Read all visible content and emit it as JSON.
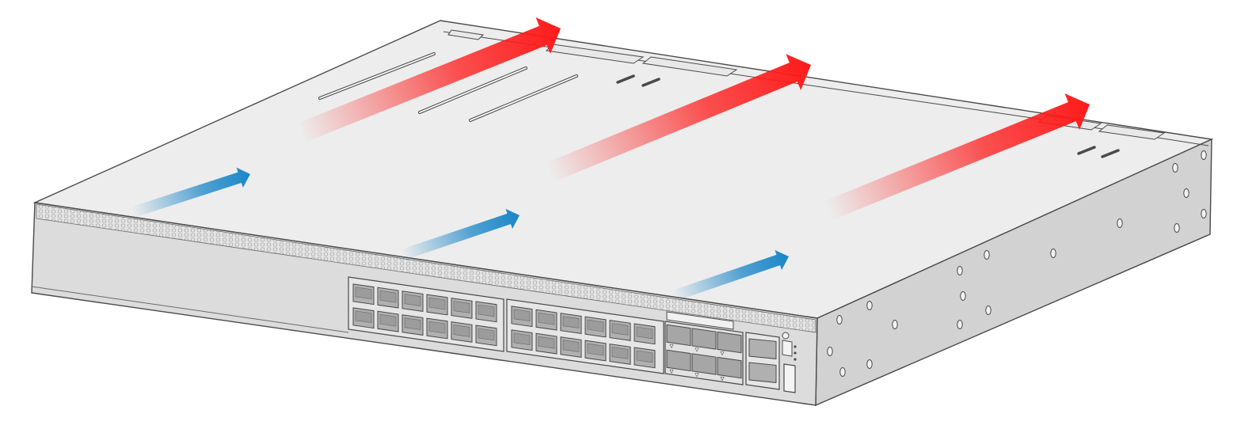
{
  "colors": {
    "background": "#ffffff",
    "chassis_top": "#ededed",
    "chassis_front": "#d9d9d9",
    "chassis_side": "#cfcfcf",
    "outline": "#4a4a4a",
    "mesh": "#bcbcbc",
    "port_panel": "#e6e6e6",
    "port_socket": "#9c9c9c",
    "airflow_in": "#1a86c8",
    "airflow_out": "#ff1a1a"
  },
  "figure": {
    "subject": "network-switch-1u",
    "airflow_direction": "front-to-back",
    "rj45_port_rows": 2,
    "rj45_ports_per_row_block_1": 6,
    "rj45_ports_per_row_block_2": 6,
    "sfp_cages": 6,
    "management_ports": 2,
    "usb_ports": 1,
    "intake_arrows": 3,
    "exhaust_arrows": 3
  }
}
